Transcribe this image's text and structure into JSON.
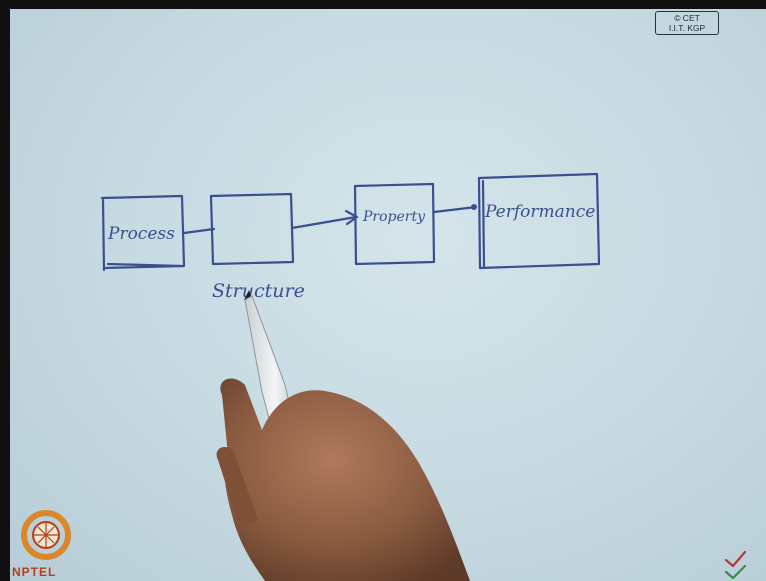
{
  "watermark": {
    "line1": "© CET",
    "line2": "I.I.T. KGP"
  },
  "diagram": {
    "boxes": [
      {
        "label": "Process"
      },
      {
        "label": ""
      },
      {
        "label": "Property"
      },
      {
        "label": "Performance"
      }
    ],
    "structure_label": "Structure"
  },
  "logo": {
    "text": "NPTEL"
  },
  "colors": {
    "board": "#c6d9e1",
    "ink": "#3a4f8e",
    "logo_accent": "#b0411c"
  }
}
